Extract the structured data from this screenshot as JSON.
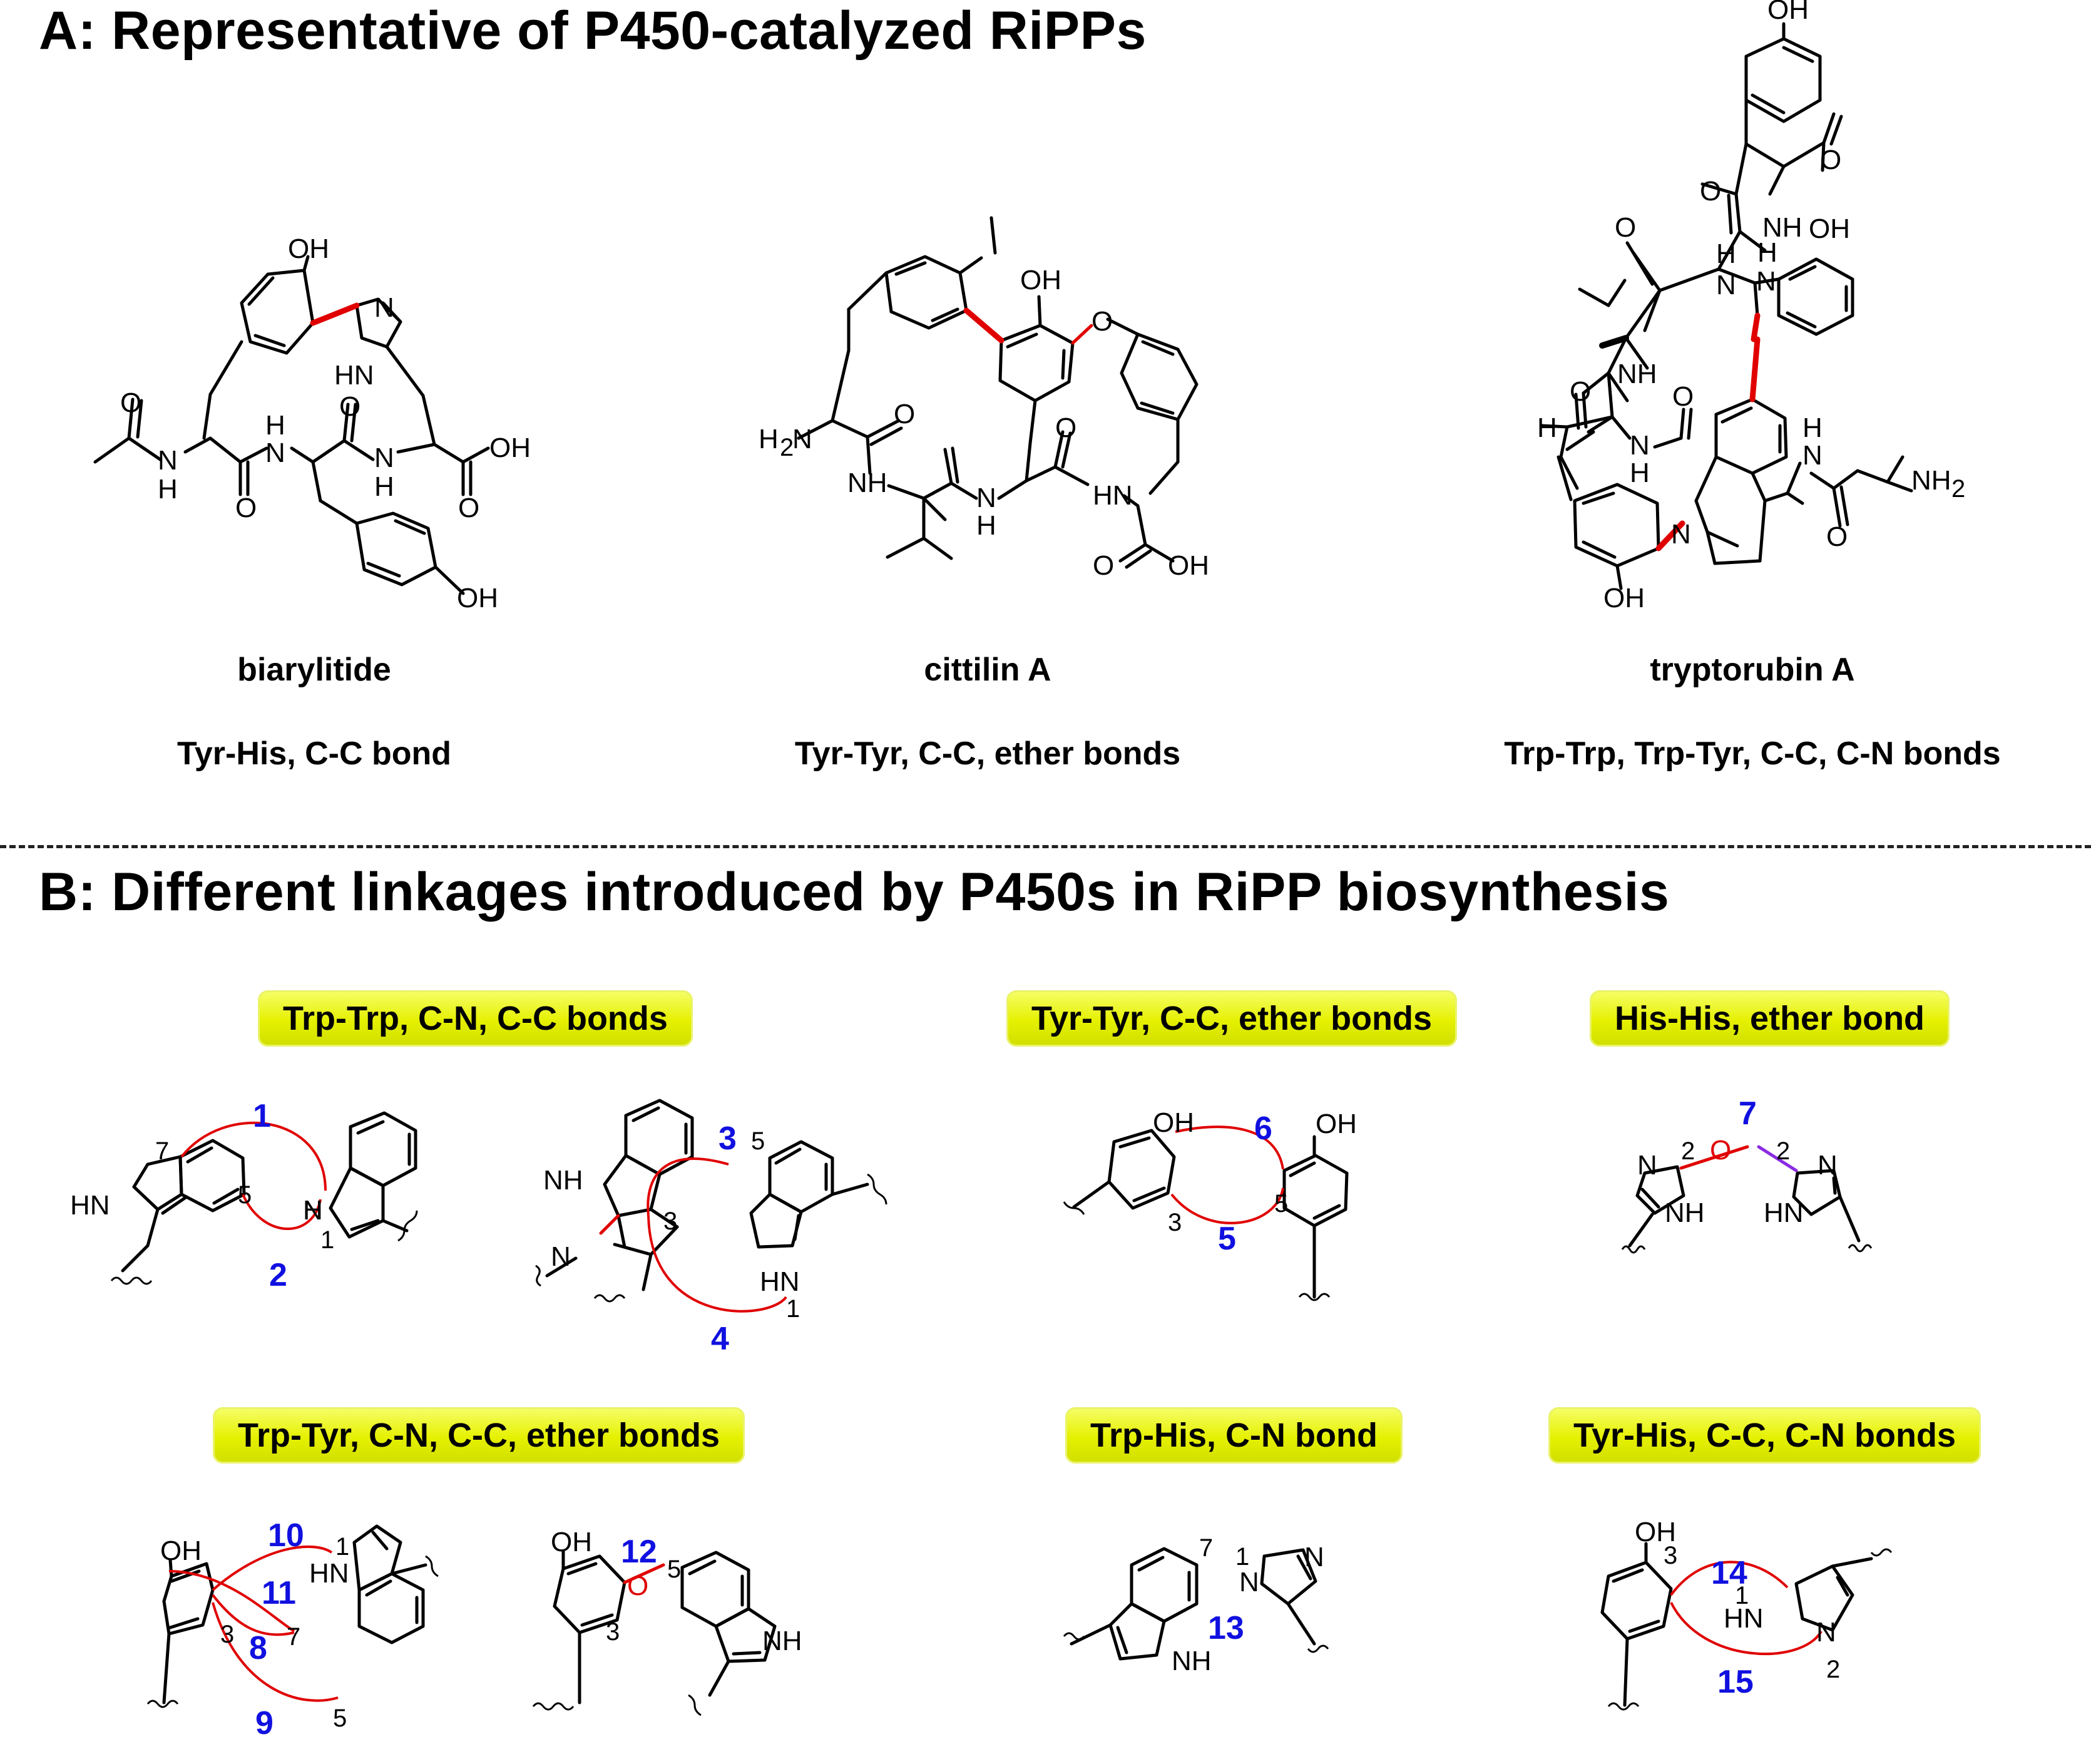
{
  "panel_a": {
    "title": "A: Representative of P450-catalyzed RiPPs",
    "compounds": [
      {
        "name": "biarylitide",
        "desc": "Tyr-His,  C-C bond"
      },
      {
        "name": "cittilin A",
        "desc": "Tyr-Tyr,  C-C, ether bonds"
      },
      {
        "name": "tryptorubin A",
        "desc": "Trp-Trp,  Trp-Tyr,  C-C, C-N bonds"
      }
    ]
  },
  "panel_b": {
    "title": "B: Different linkages introduced by P450s in RiPP biosynthesis",
    "badges": {
      "trp_trp": "Trp-Trp,  C-N, C-C bonds",
      "tyr_tyr": "Tyr-Tyr,  C-C, ether bonds",
      "his_his": "His-His, ether bond",
      "trp_tyr": "Trp-Tyr,  C-N, C-C, ether bonds",
      "trp_his": "Trp-His, C-N bond",
      "tyr_his": "Tyr-His, C-C, C-N bonds"
    },
    "bond_labels": [
      "1",
      "2",
      "3",
      "4",
      "5",
      "6",
      "7",
      "8",
      "9",
      "10",
      "11",
      "12",
      "13",
      "14",
      "15"
    ]
  },
  "atoms": {
    "oh": "OH",
    "o": "O",
    "n": "N",
    "nh": "NH",
    "hn": "HN",
    "h": "H",
    "nh2": "NH",
    "h2n": "H",
    "sub2": "2"
  },
  "colors": {
    "new_bond": "#e00000",
    "bond_number": "#1010e0",
    "badge": "#e5f000",
    "purple_bond": "#8a2be2"
  }
}
